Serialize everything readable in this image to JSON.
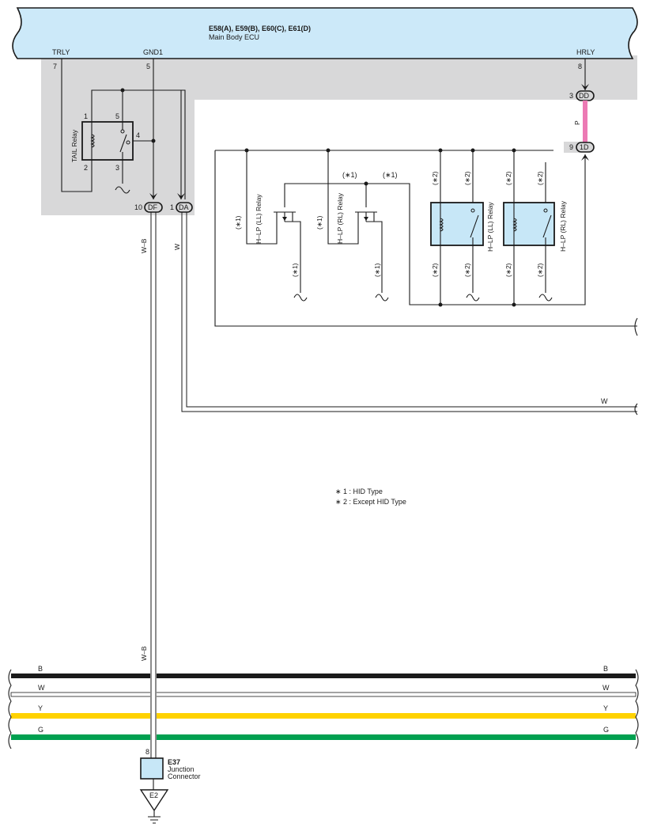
{
  "ecu": {
    "connectors": "E58(A), E59(B), E60(C), E61(D)",
    "name": "Main Body ECU",
    "pins": {
      "trly": {
        "label": "TRLY",
        "pin": "7"
      },
      "gnd1": {
        "label": "GND1",
        "pin": "5"
      },
      "hrly": {
        "label": "HRLY",
        "pin": "8"
      }
    }
  },
  "tail_relay": {
    "label": "TAIL Relay",
    "pins": {
      "p1": "1",
      "p2": "2",
      "p3": "3",
      "p4": "4",
      "p5": "5"
    }
  },
  "connectors": {
    "dd": {
      "pin": "3",
      "id": "DD"
    },
    "d1": {
      "pin": "9",
      "id": "1D"
    },
    "df": {
      "pin": "10",
      "id": "DF"
    },
    "da": {
      "pin": "1",
      "id": "DA"
    }
  },
  "wire_colors": {
    "p": "P",
    "wb": "W–B",
    "w": "W",
    "bus": [
      {
        "label": "B",
        "color": "#1a1a1a"
      },
      {
        "label": "W",
        "color": "#ffffff"
      },
      {
        "label": "Y",
        "color": "#ffd200"
      },
      {
        "label": "G",
        "color": "#00a050"
      }
    ]
  },
  "relays": {
    "hlp_ll_hid": "H–LP (LL) Relay",
    "hlp_rl_hid": "H–LP (RL) Relay",
    "hlp_ll": "H–LP (LL) Relay",
    "hlp_rl": "H–LP (RL) Relay"
  },
  "notes": {
    "n1": "(∗1)",
    "n2": "(∗2)",
    "legend1": "∗ 1 : HID Type",
    "legend2": "∗ 2 : Except HID Type"
  },
  "junction": {
    "id": "E37",
    "line1": "Junction",
    "line2": "Connector",
    "pin": "8"
  },
  "ground": {
    "id": "E2"
  },
  "colors": {
    "ecu_fill": "#cce9f9",
    "gray_area": "#d8d8d9",
    "pink_wire": "#ec7ab4",
    "relay_fill": "#c7e7f7"
  }
}
